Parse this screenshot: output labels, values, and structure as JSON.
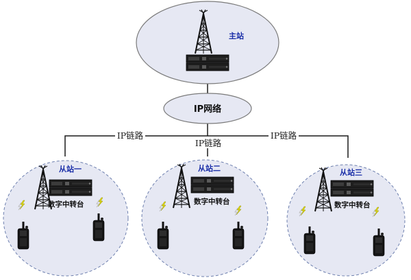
{
  "main_station": {
    "label": "主站"
  },
  "network": {
    "label": "IP网络"
  },
  "links": {
    "left": "IP链路",
    "center": "IP链路",
    "right": "IP链路"
  },
  "sub_stations": [
    {
      "label": "从站一",
      "repeater_label": "数字中转台"
    },
    {
      "label": "从站二",
      "repeater_label": "数字中转台"
    },
    {
      "label": "从站三",
      "repeater_label": "数字中转台"
    }
  ],
  "icons": [
    "radio-tower-icon",
    "repeater-rack-icon",
    "handheld-radio-icon",
    "lightning-icon"
  ],
  "colors": {
    "ellipse_fill": "#e6e8f3",
    "label_blue": "#1a2ea8",
    "line": "#1a1a1a"
  }
}
